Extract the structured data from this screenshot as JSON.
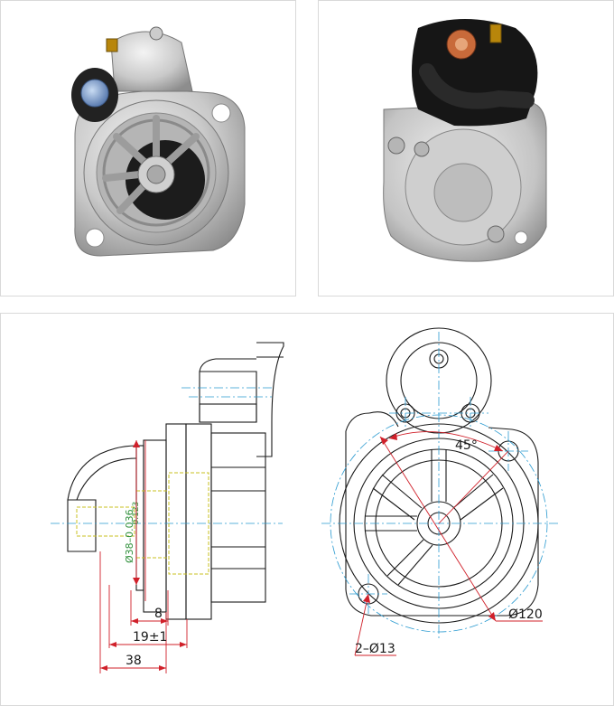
{
  "photos": {
    "front": {
      "icon": "starter-motor-front-photo"
    },
    "back": {
      "icon": "starter-motor-rear-photo"
    }
  },
  "drawing": {
    "side": {
      "shaft_diameter": "Ø38–0.036",
      "shaft_diameter_lower": "–0.123",
      "dim_8": "8",
      "dim_19": "19±1",
      "dim_38": "38"
    },
    "front": {
      "angle": "45°",
      "bolt_circle": "Ø120",
      "holes": "2–Ø13"
    }
  },
  "colors": {
    "outline": "#1a1a1a",
    "centerline": "#2a9ad0",
    "dimension": "#d0202a",
    "tolerance_text": "#2f8f3a",
    "hidden": "#c9c020"
  }
}
